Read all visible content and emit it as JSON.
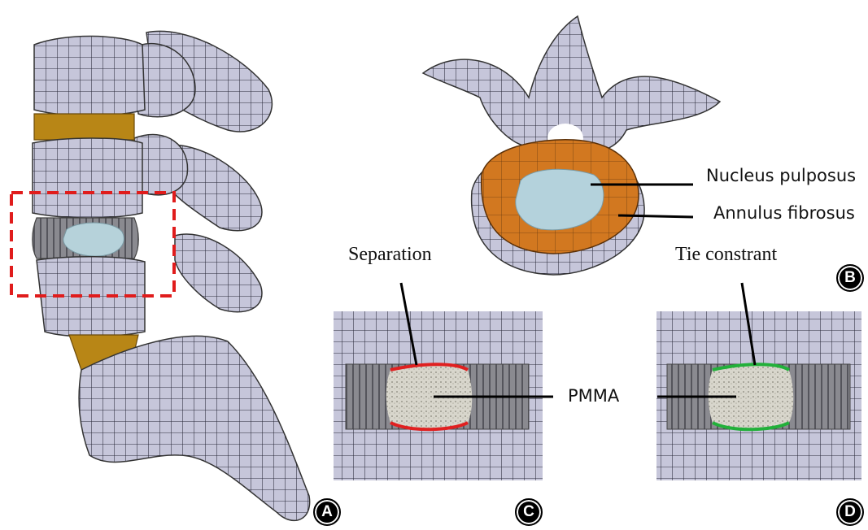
{
  "labels": {
    "nucleus": "Nucleus pulposus",
    "annulus": "Annulus fibrosus",
    "separation": "Separation",
    "tie": "Tie constrant",
    "pmma": "PMMA"
  },
  "panels": [
    "A",
    "B",
    "C",
    "D"
  ],
  "colors": {
    "bone": "#c9c9dd",
    "disc": "#c08a1c",
    "annulus": "#d8781e",
    "nucleus": "#b8d4dc",
    "highlight_box": "#e01c1c",
    "separation_line": "#e02020",
    "tie_line": "#22b03a"
  }
}
